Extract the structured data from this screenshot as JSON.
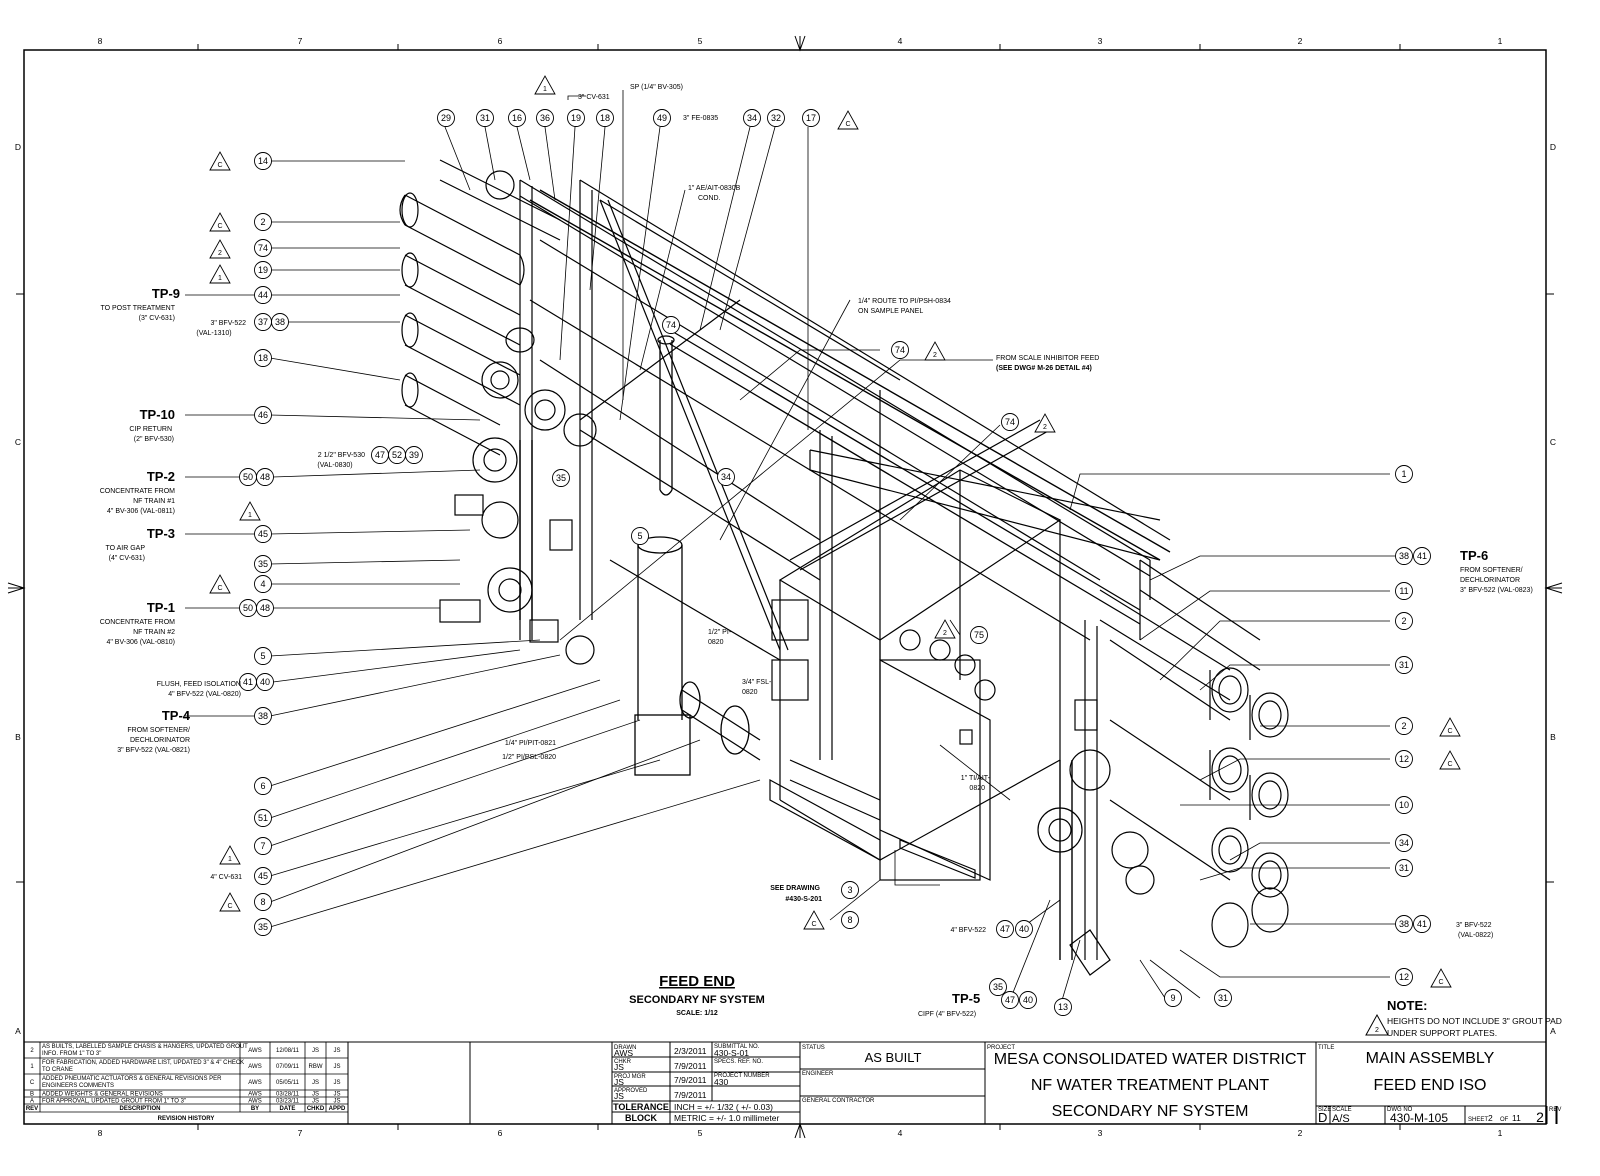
{
  "border": {
    "columns": [
      "8",
      "7",
      "6",
      "5",
      "4",
      "3",
      "2",
      "1"
    ],
    "rows": [
      "D",
      "C",
      "B",
      "A"
    ]
  },
  "drawing": {
    "title": "FEED END",
    "subtitle": "SECONDARY NF SYSTEM",
    "scale": "SCALE: 1/12",
    "note_title": "NOTE:",
    "note_lines": [
      "HEIGHTS DO NOT INCLUDE 3\" GROUT PAD",
      "UNDER SUPPORT PLATES."
    ],
    "note_rev": "2"
  },
  "tie_points": [
    {
      "name": "TP-9",
      "lines": [
        "TO POST TREATMENT",
        "(3\" CV-631)"
      ]
    },
    {
      "name": "TP-10",
      "lines": [
        "CIP RETURN",
        "(2\" BFV-530)"
      ]
    },
    {
      "name": "TP-2",
      "lines": [
        "CONCENTRATE FROM",
        "NF TRAIN #1",
        "4\" BV-306 (VAL-0811)"
      ]
    },
    {
      "name": "TP-3",
      "lines": [
        "TO AIR GAP",
        "(4\" CV-631)"
      ]
    },
    {
      "name": "TP-1",
      "lines": [
        "CONCENTRATE FROM",
        "NF TRAIN #2",
        "4\" BV-306 (VAL-0810)"
      ]
    },
    {
      "name": "TP-4",
      "lines": [
        "FROM SOFTENER/",
        "DECHLORINATOR",
        "3\" BFV-522 (VAL-0821)"
      ]
    },
    {
      "name": "TP-6",
      "lines": [
        "FROM SOFTENER/",
        "DECHLORINATOR",
        "3\" BFV-522 (VAL-0823)"
      ]
    },
    {
      "name": "TP-5",
      "lines": [
        "CIPF (4\" BFV-522)"
      ]
    }
  ],
  "callouts": {
    "cv631_top": "3\" CV-631",
    "sp": "SP (1/4\" BV-305)",
    "fe0835": "3\" FE-0835",
    "ae_aitl1": "1\" AE/AIT-0830B",
    "ae_aitl2": "COND.",
    "route_l1": "1/4\" ROUTE TO PI/PSH-0834",
    "route_l2": "ON SAMPLE PANEL",
    "scale_l1": "FROM SCALE INHIBITOR FEED",
    "scale_l2": "(SEE DWG# M-26 DETAIL #4)",
    "bfv522_1310_a": "3\" BFV-522",
    "bfv522_1310_b": "(VAL-1310)",
    "bfv530_a": "2 1/2\" BFV-530",
    "bfv530_b": "(VAL-0830)",
    "flush_a": "FLUSH, FEED ISOLATION",
    "flush_b": "4\" BFV-522 (VAL-0820)",
    "pi0820_a": "1/2\" PI-",
    "pi0820_b": "0820",
    "fsl_a": "3/4\" FSL-",
    "fsl_b": "0820",
    "pit0821": "1/4\" PI/PIT-0821",
    "psl0820": "1/2\" PI/PSL-0820",
    "cv631_left": "4\" CV-631",
    "ti_a": "1\" TI/AIT-",
    "ti_b": "0820",
    "see_a": "SEE DRAWING",
    "see_b": "#430-S-201",
    "bfv522_mid": "4\" BFV-522",
    "bfv522_0822_a": "3\" BFV-522",
    "bfv522_0822_b": "(VAL-0822)"
  },
  "revisions": [
    {
      "rev": "2",
      "desc": [
        "AS BUILTS, LABELLED SAMPLE CHASIS & HANGERS, UPDATED GROUT",
        "INFO. FROM 1\" TO 3\""
      ],
      "by": "AWS",
      "date": "12/08/11",
      "chkd": "JS",
      "appd": "JS"
    },
    {
      "rev": "1",
      "desc": [
        "FOR FABRICATION, ADDED HARDWARE LIST, UPDATED 3\" & 4\" CHECK",
        "TO CRANE"
      ],
      "by": "AWS",
      "date": "07/09/11",
      "chkd": "RBW",
      "appd": "JS"
    },
    {
      "rev": "C",
      "desc": [
        "ADDED PNEUMATIC ACTUATORS & GENERAL REVISIONS PER",
        "ENGINEERS COMMENTS"
      ],
      "by": "AWS",
      "date": "05/05/11",
      "chkd": "JS",
      "appd": "JS"
    },
    {
      "rev": "B",
      "desc": [
        "ADDED WEIGHTS & GENERAL REVISIONS"
      ],
      "by": "AWS",
      "date": "03/28/11",
      "chkd": "JS",
      "appd": "JS"
    },
    {
      "rev": "A",
      "desc": [
        "FOR APPROVAL, UPDATED GROUT FROM 1\" TO 3\""
      ],
      "by": "AWS",
      "date": "03/23/11",
      "chkd": "JS",
      "appd": "JS"
    }
  ],
  "revision_headers": {
    "rev": "REV",
    "desc": "DESCRIPTION",
    "by": "BY",
    "date": "DATE",
    "chkd": "CHKD",
    "appd": "APPD",
    "history": "REVISION HISTORY"
  },
  "approvals": [
    {
      "label": "DRAWN",
      "name": "AWS",
      "date": "2/3/2011"
    },
    {
      "label": "CHKR",
      "name": "JS",
      "date": "7/9/2011"
    },
    {
      "label": "PROJ MGR",
      "name": "JS",
      "date": "7/9/2011"
    },
    {
      "label": "APPROVED",
      "name": "JS",
      "date": "7/9/2011"
    }
  ],
  "ref": {
    "submittal_label": "SUBMITTAL NO.",
    "submittal": "430-S-01",
    "specs_label": "SPECS. REF. NO.",
    "project_no_label": "PROJECT NUMBER",
    "project_no": "430"
  },
  "tolerance": {
    "l1": "TOLERANCE",
    "l2": "BLOCK",
    "inch": "INCH = +/- 1/32 ( +/- 0.03)",
    "metric": "METRIC = +/- 1.0 millimeter"
  },
  "status": {
    "label": "STATUS",
    "value": "AS BUILT",
    "engineer": "ENGINEER",
    "contractor": "GENERAL CONTRACTOR"
  },
  "project": {
    "label": "PROJECT",
    "lines": [
      "MESA CONSOLIDATED WATER DISTRICT",
      "NF WATER TREATMENT PLANT",
      "SECONDARY NF SYSTEM"
    ]
  },
  "title_block": {
    "label": "TITLE",
    "lines": [
      "MAIN ASSEMBLY",
      "FEED END ISO"
    ],
    "size_label": "SIZE",
    "size": "D",
    "scale_label": "SCALE",
    "scale": "A/S",
    "dwg_label": "DWG NO",
    "dwg": "430-M-105",
    "sheet_a": "SHEET",
    "sheet": "2",
    "sheet_of": "OF",
    "sheets": "11",
    "rev_label": "REV",
    "rev": "2"
  }
}
